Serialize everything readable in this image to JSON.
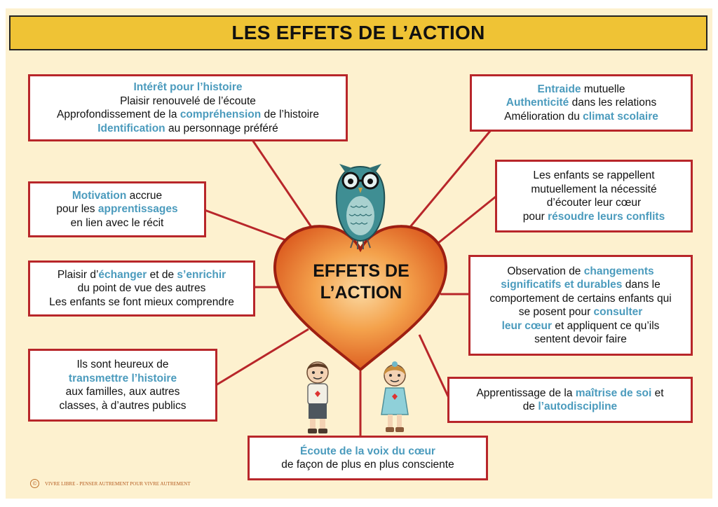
{
  "title": "LES EFFETS DE L’ACTION",
  "center": {
    "line1": "EFFETS DE",
    "line2": "L’ACTION"
  },
  "footer": {
    "copyright_symbol": "©",
    "text": "VIVRE LIBRE - PENSER AUTREMENT POUR VIVRE AUTREMENT"
  },
  "colors": {
    "background": "#fdf1cf",
    "title_bar": "#efc335",
    "box_border": "#b8262a",
    "highlight": "#4b9bbd",
    "heart": "#e8731f"
  },
  "icons": [
    "owl-with-glasses-icon",
    "boy-holding-heart-icon",
    "girl-holding-heart-icon",
    "heart-icon"
  ],
  "boxes": {
    "interet": [
      [
        {
          "t": "Intérêt pour l’histoire",
          "h": true
        }
      ],
      [
        {
          "t": "Plaisir renouvelé de l’écoute",
          "h": false
        }
      ],
      [
        {
          "t": "Approfondissement de la ",
          "h": false
        },
        {
          "t": "compréhension",
          "h": true
        },
        {
          "t": " de l’histoire",
          "h": false
        }
      ],
      [
        {
          "t": "Identification",
          "h": true
        },
        {
          "t": " au personnage préféré",
          "h": false
        }
      ]
    ],
    "motivation": [
      [
        {
          "t": "Motivation",
          "h": true
        },
        {
          "t": " accrue",
          "h": false
        }
      ],
      [
        {
          "t": "pour les ",
          "h": false
        },
        {
          "t": "apprentissages",
          "h": true
        }
      ],
      [
        {
          "t": "en lien avec le récit",
          "h": false
        }
      ]
    ],
    "echanger": [
      [
        {
          "t": "Plaisir d’",
          "h": false
        },
        {
          "t": "échanger",
          "h": true
        },
        {
          "t": " et de ",
          "h": false
        },
        {
          "t": "s’enrichir",
          "h": true
        }
      ],
      [
        {
          "t": "du point de vue des autres",
          "h": false
        }
      ],
      [
        {
          "t": "Les enfants se font mieux comprendre",
          "h": false
        }
      ]
    ],
    "transmettre": [
      [
        {
          "t": "Ils sont heureux de",
          "h": false
        }
      ],
      [
        {
          "t": "transmettre l’histoire",
          "h": true
        }
      ],
      [
        {
          "t": "aux familles, aux autres",
          "h": false
        }
      ],
      [
        {
          "t": "classes, à d’autres publics",
          "h": false
        }
      ]
    ],
    "ecoute": [
      [
        {
          "t": "Écoute de la voix du cœur",
          "h": true
        }
      ],
      [
        {
          "t": "de façon de plus en plus consciente",
          "h": false
        }
      ]
    ],
    "entraide": [
      [
        {
          "t": "Entraide",
          "h": true
        },
        {
          "t": " mutuelle",
          "h": false
        }
      ],
      [
        {
          "t": "Authenticité",
          "h": true
        },
        {
          "t": " dans les relations",
          "h": false
        }
      ],
      [
        {
          "t": "Amélioration du ",
          "h": false
        },
        {
          "t": "climat scolaire",
          "h": true
        }
      ]
    ],
    "conflits": [
      [
        {
          "t": "Les enfants se rappellent",
          "h": false
        }
      ],
      [
        {
          "t": "mutuellement la nécessité",
          "h": false
        }
      ],
      [
        {
          "t": "d’écouter leur cœur",
          "h": false
        }
      ],
      [
        {
          "t": "pour ",
          "h": false
        },
        {
          "t": "résoudre leurs conflits",
          "h": true
        }
      ]
    ],
    "changements": [
      [
        {
          "t": "Observation de ",
          "h": false
        },
        {
          "t": "changements",
          "h": true
        }
      ],
      [
        {
          "t": "significatifs et durables",
          "h": true
        },
        {
          "t": " dans le",
          "h": false
        }
      ],
      [
        {
          "t": "comportement de certains enfants qui",
          "h": false
        }
      ],
      [
        {
          "t": "se posent pour ",
          "h": false
        },
        {
          "t": "consulter",
          "h": true
        }
      ],
      [
        {
          "t": "leur cœur",
          "h": true
        },
        {
          "t": " et appliquent ce qu’ils",
          "h": false
        }
      ],
      [
        {
          "t": "sentent devoir faire",
          "h": false
        }
      ]
    ],
    "maitrise": [
      [
        {
          "t": "Apprentissage de la ",
          "h": false
        },
        {
          "t": "maîtrise de soi",
          "h": true
        },
        {
          "t": " et",
          "h": false
        }
      ],
      [
        {
          "t": "de ",
          "h": false
        },
        {
          "t": "l’autodiscipline",
          "h": true
        }
      ]
    ]
  }
}
